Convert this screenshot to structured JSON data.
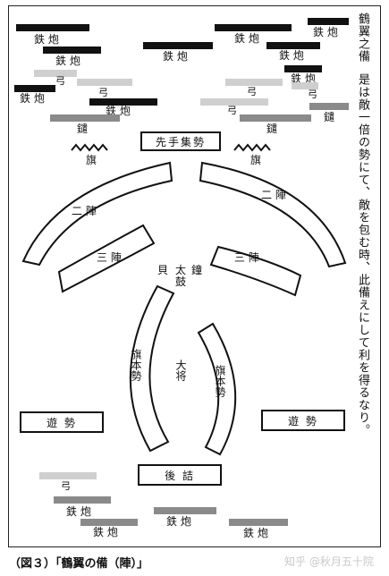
{
  "labels": {
    "teppo": "鉄 炮",
    "yumi": "弓",
    "yari": "鑓",
    "hata": "旗",
    "sente": "先手集勢",
    "ni_jin": "二 陣",
    "san_jin": "三 陣",
    "kai": "貝",
    "taiko": "太",
    "tsuzumi": "鼓",
    "kane": "鐘",
    "hatamoto": "旗本勢",
    "taisho": "大将",
    "yuzei": "遊 勢",
    "gozume": "後 詰"
  },
  "side": {
    "title": "鶴翼之備",
    "ruby_title": "かくよく",
    "body": "是は敵一倍の勢にて、敵を包む時、此備えにして利を得るなり。"
  },
  "caption": "（図３）「鶴翼の備（陣）」",
  "watermark": "知乎 @秋月五十院"
}
